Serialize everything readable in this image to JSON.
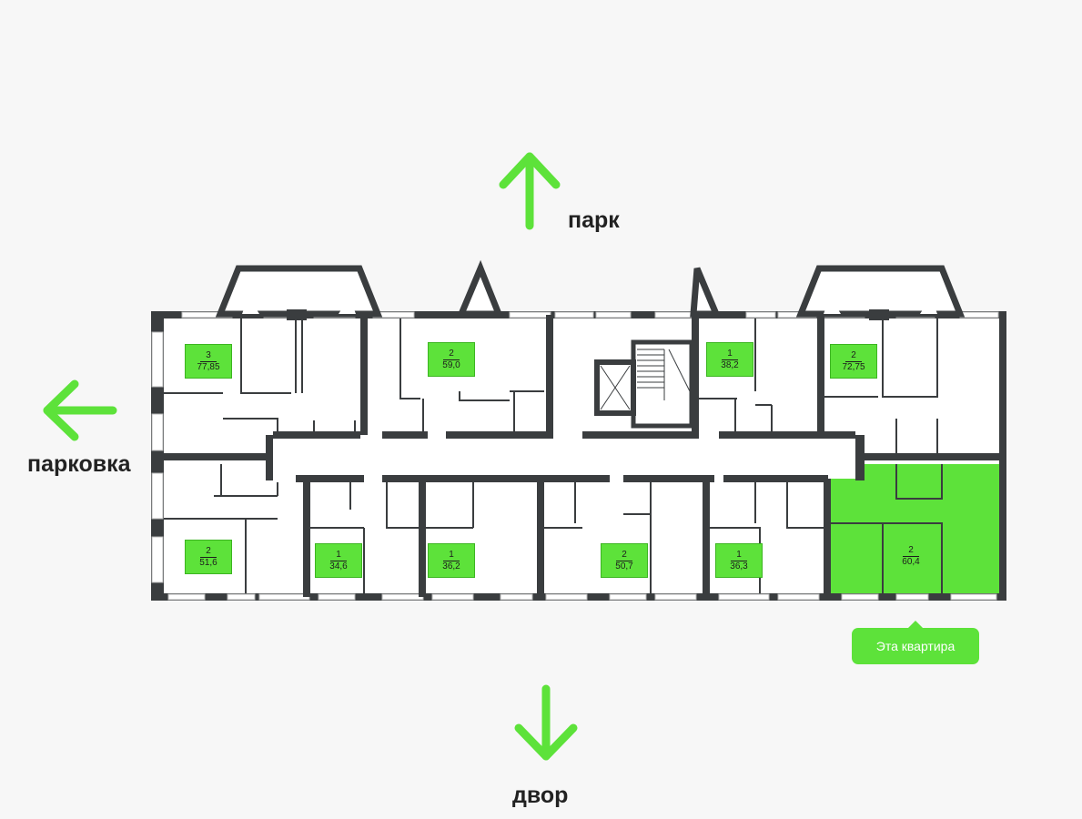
{
  "directions": {
    "north": "парк",
    "west": "парковка",
    "south": "двор"
  },
  "colors": {
    "accent": "#5de23a",
    "wall": "#3a3d3f",
    "window": "#ffffff"
  },
  "apartments": [
    {
      "id": "apt-77-85",
      "rooms": "3",
      "area": "77,85"
    },
    {
      "id": "apt-59-0",
      "rooms": "2",
      "area": "59,0"
    },
    {
      "id": "apt-38-2",
      "rooms": "1",
      "area": "38,2"
    },
    {
      "id": "apt-72-75",
      "rooms": "2",
      "area": "72,75"
    },
    {
      "id": "apt-51-6",
      "rooms": "2",
      "area": "51,6"
    },
    {
      "id": "apt-34-6",
      "rooms": "1",
      "area": "34,6"
    },
    {
      "id": "apt-36-2",
      "rooms": "1",
      "area": "36,2"
    },
    {
      "id": "apt-50-7",
      "rooms": "2",
      "area": "50,7"
    },
    {
      "id": "apt-36-3",
      "rooms": "1",
      "area": "36,3"
    },
    {
      "id": "apt-60-4",
      "rooms": "2",
      "area": "60,4",
      "selected": true
    }
  ],
  "selected_label": "Эта квартира",
  "icons": [
    "arrow-up-icon",
    "arrow-left-icon",
    "arrow-down-icon"
  ]
}
